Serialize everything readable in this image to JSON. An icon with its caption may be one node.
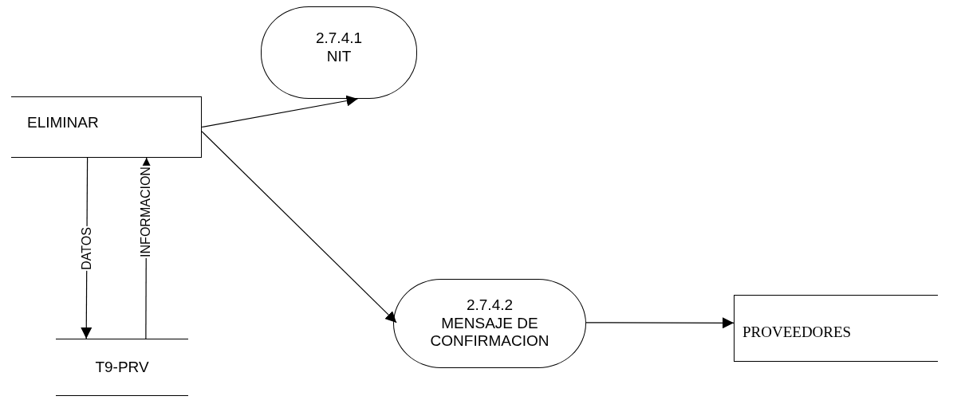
{
  "diagram": {
    "nodes": [
      {
        "text": [
          "ELIMINAR"
        ]
      },
      {
        "text": [
          "2.7.4.1",
          "NIT"
        ]
      },
      {
        "text": [
          "2.7.4.2",
          "MENSAJE DE CONFIRMACION"
        ]
      },
      {
        "text": [
          "PROVEEDORES"
        ]
      },
      {
        "text": [
          "T9-PRV"
        ]
      }
    ],
    "edges": [
      {
        "from": 0,
        "to": 1,
        "arrow": "to"
      },
      {
        "from": 0,
        "to": 2,
        "arrow": "to"
      },
      {
        "from": 2,
        "to": 3,
        "arrow": "to"
      },
      {
        "from": 0,
        "to": 4,
        "arrow": "to",
        "label": "DATOS"
      },
      {
        "from": 4,
        "to": 0,
        "arrow": "to",
        "label": "INFORMACION"
      }
    ]
  }
}
